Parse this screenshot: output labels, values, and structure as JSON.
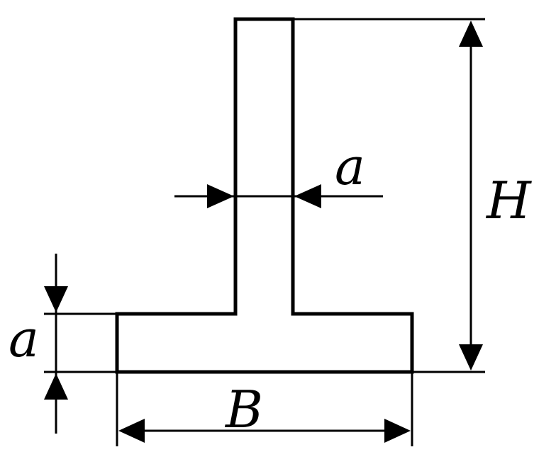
{
  "diagram": {
    "labels": {
      "height": "H",
      "base_width": "B",
      "stem_thickness": "a",
      "flange_thickness": "a"
    },
    "colors": {
      "line": "#000000",
      "background": "#ffffff"
    }
  }
}
